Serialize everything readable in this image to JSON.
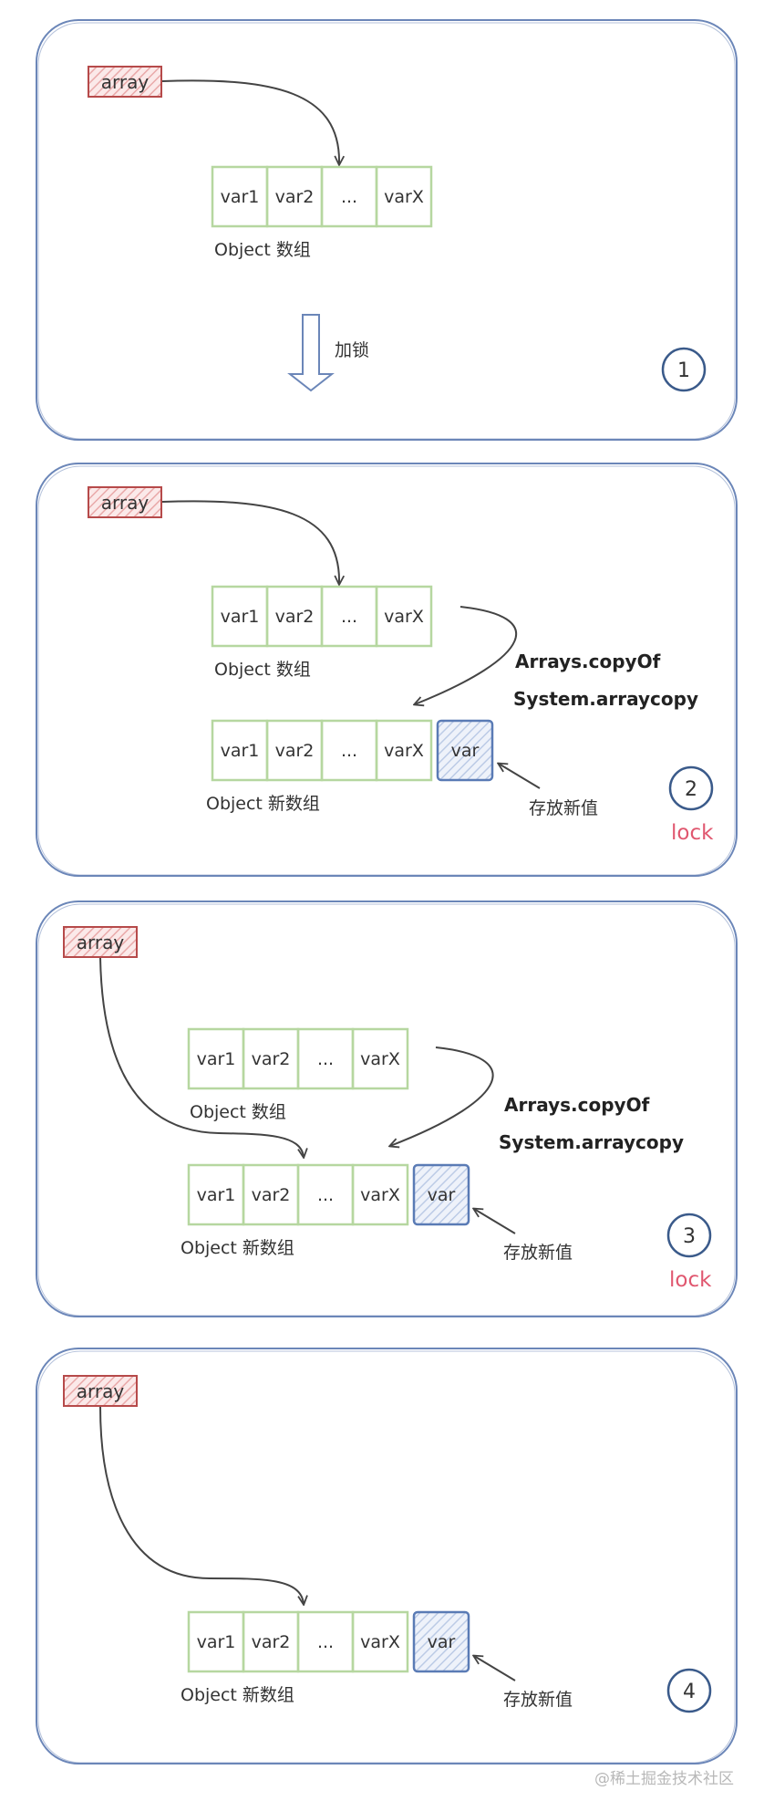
{
  "labels": {
    "array": "array",
    "object_array": "Object 数组",
    "object_new_array": "Object 新数组",
    "lock_action": "加锁",
    "method_copyof": "Arrays.copyOf",
    "method_arraycopy": "System.arraycopy",
    "store_new_value": "存放新值",
    "lock": "lock"
  },
  "cells": {
    "old": [
      "var1",
      "var2",
      "...",
      "varX"
    ],
    "new": [
      "var1",
      "var2",
      "...",
      "varX",
      "var"
    ]
  },
  "steps": [
    "1",
    "2",
    "3",
    "4"
  ],
  "watermark": "@稀土掘金技术社区",
  "colors": {
    "panel_border": "#6b86b8",
    "cell_border": "#b6d7a0",
    "new_cell_border": "#5a7bb5",
    "new_cell_fill": "#dde6f4",
    "array_border": "#b64a4a",
    "array_fill": "#f6d6d6",
    "arrow": "#444444",
    "lock_text": "#e0576f"
  }
}
